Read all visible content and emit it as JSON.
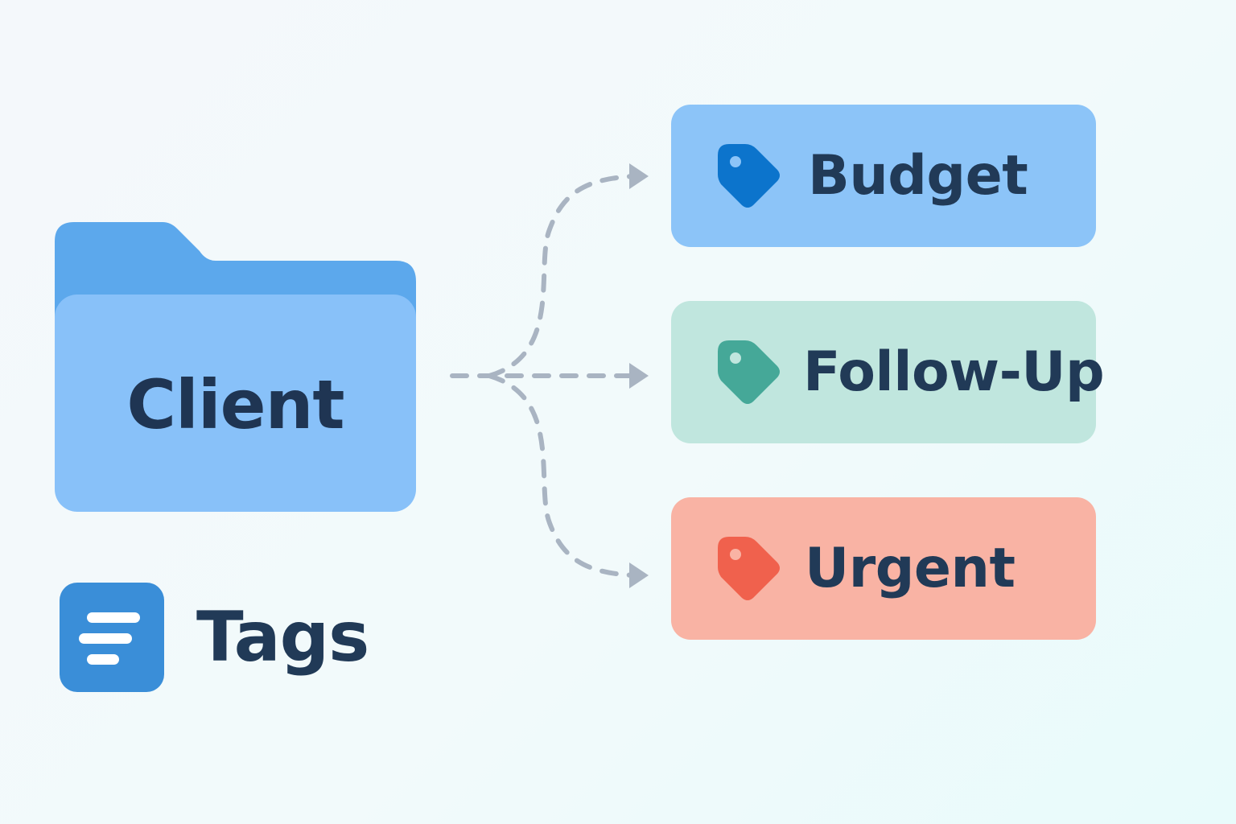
{
  "folder": {
    "label": "Client",
    "icon": "folder-icon",
    "colors": {
      "tab": "#5ca8ec",
      "body": "#88c1f9"
    }
  },
  "legend": {
    "label": "Tags",
    "icon": "list-icon",
    "color": "#3a8ed8"
  },
  "connector_color": "#a9b4c2",
  "tags": [
    {
      "label": "Budget",
      "icon": "tag-icon",
      "background": "#8cc4f8",
      "icon_color": "#0c74cc"
    },
    {
      "label": "Follow-Up",
      "icon": "tag-icon",
      "background": "#c0e6de",
      "icon_color": "#45a898"
    },
    {
      "label": "Urgent",
      "icon": "tag-icon",
      "background": "#f9b3a4",
      "icon_color": "#f0614d"
    }
  ]
}
